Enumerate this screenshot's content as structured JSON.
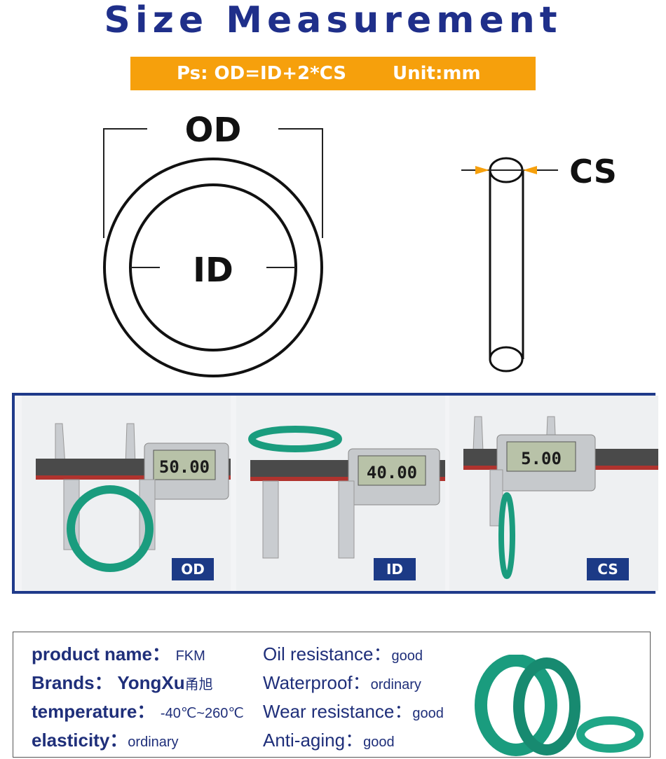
{
  "title": "Size Measurement",
  "formula": "Ps: OD=ID+2*CS",
  "unit": "Unit:mm",
  "diagram": {
    "od_label": "OD",
    "id_label": "ID",
    "cs_label": "CS"
  },
  "photos": [
    {
      "tag": "OD",
      "reading": "50.00"
    },
    {
      "tag": "ID",
      "reading": "40.00"
    },
    {
      "tag": "CS",
      "reading": "5.00"
    }
  ],
  "specs": {
    "left": [
      {
        "key": "product name：",
        "value": "FKM"
      },
      {
        "key": "Brands： YongXu",
        "value": "甬旭"
      },
      {
        "key": "temperature：",
        "value": "-40℃~260℃"
      },
      {
        "key": "elasticity：",
        "value": "ordinary"
      }
    ],
    "right": [
      {
        "key": "Oil resistance：",
        "value": "good"
      },
      {
        "key": "Waterproof：",
        "value": "ordinary"
      },
      {
        "key": "Wear resistance：",
        "value": "good"
      },
      {
        "key": "Anti-aging：",
        "value": "good"
      }
    ]
  },
  "colors": {
    "title": "#1f2f8a",
    "accent_orange": "#f6a00c",
    "frame_blue": "#1f3a8a",
    "ring_green": "#1a9c7e"
  }
}
